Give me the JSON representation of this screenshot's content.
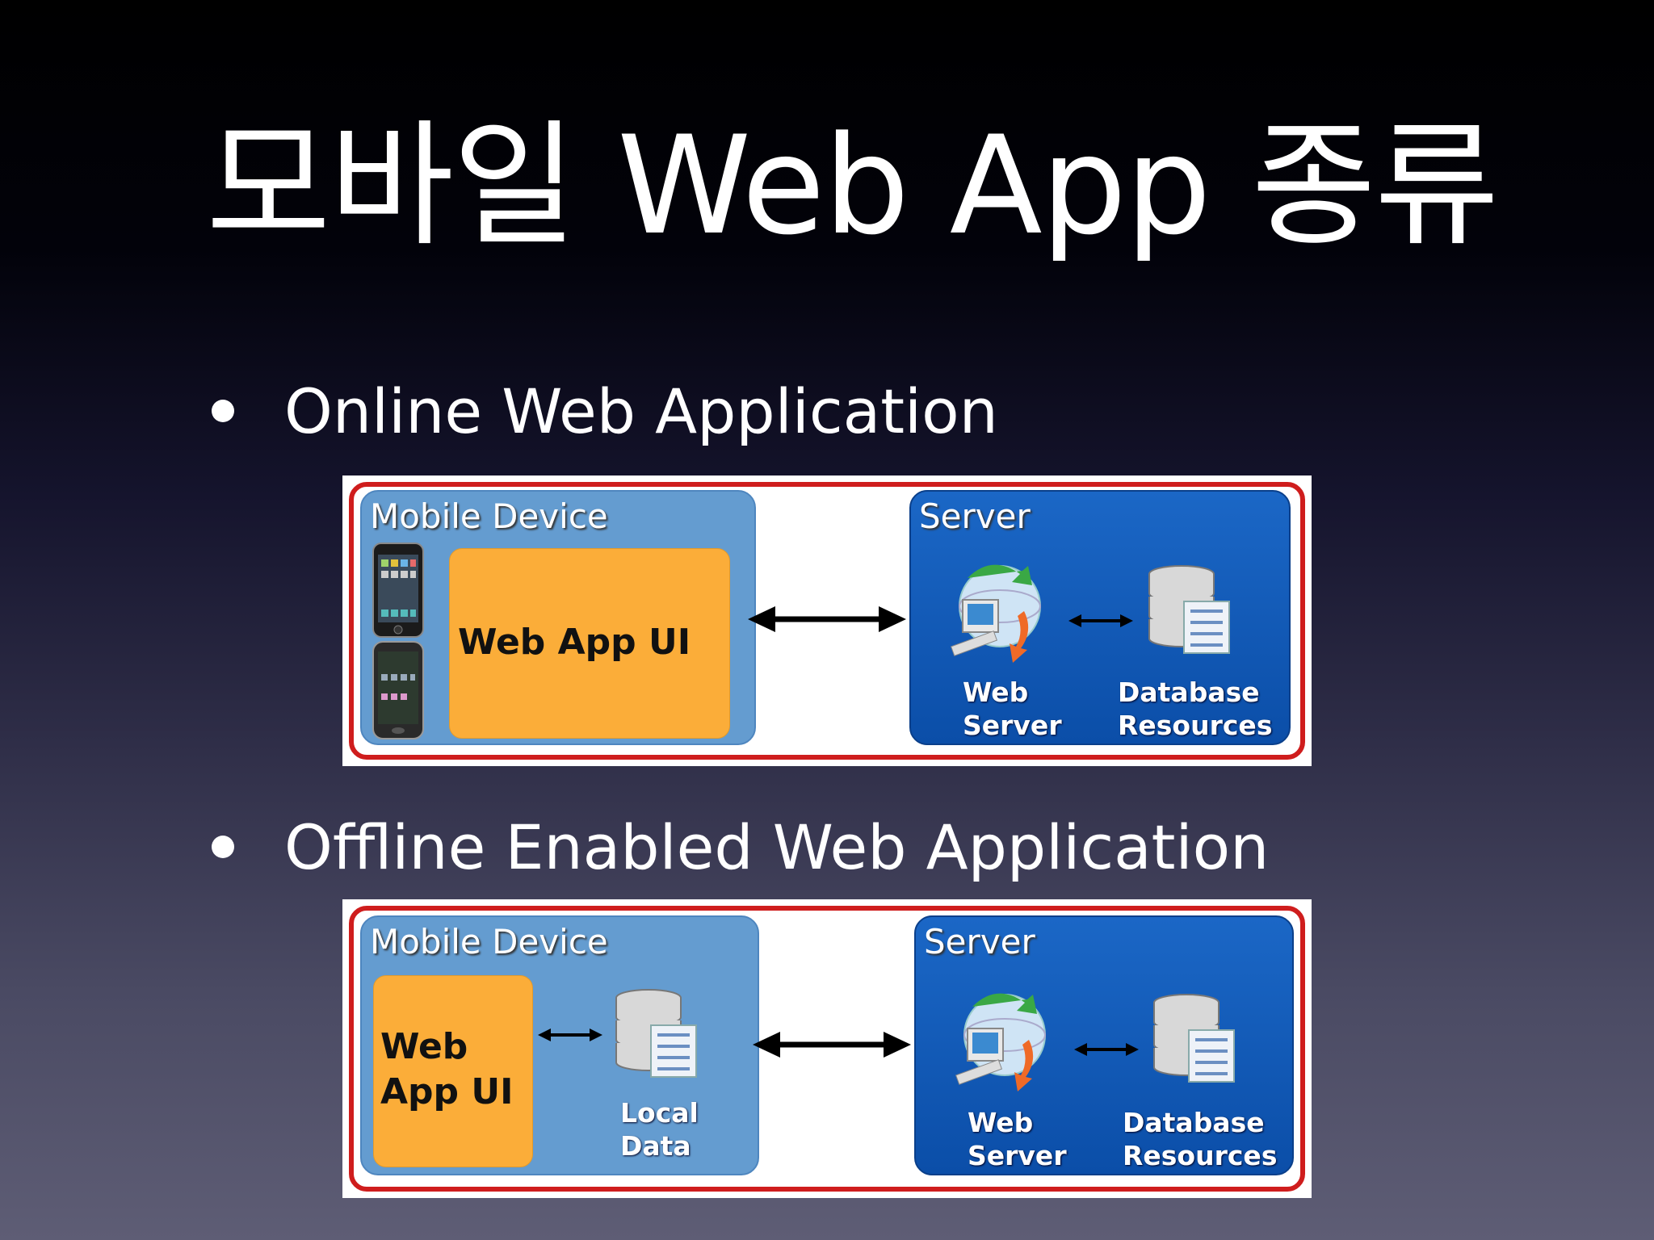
{
  "slide": {
    "title": "모바일 Web App 종류",
    "bullets": [
      {
        "text": "Online Web Application"
      },
      {
        "text": "Offline Enabled Web Application"
      }
    ]
  },
  "diagram_online": {
    "mobile_label": "Mobile Device",
    "webapp_ui": "Web App UI",
    "server_label": "Server",
    "web_server": [
      "Web",
      "Server"
    ],
    "database": [
      "Database",
      "Resources"
    ]
  },
  "diagram_offline": {
    "mobile_label": "Mobile Device",
    "webapp_ui": [
      "Web",
      "App UI"
    ],
    "local_data": [
      "Local",
      "Data"
    ],
    "server_label": "Server",
    "web_server": [
      "Web",
      "Server"
    ],
    "database": [
      "Database",
      "Resources"
    ]
  },
  "colors": {
    "frame": "#cf1d1d",
    "mobile_panel": "#649cd0",
    "server_panel": "#1b67c6",
    "webapp_box": "#fbad39"
  }
}
